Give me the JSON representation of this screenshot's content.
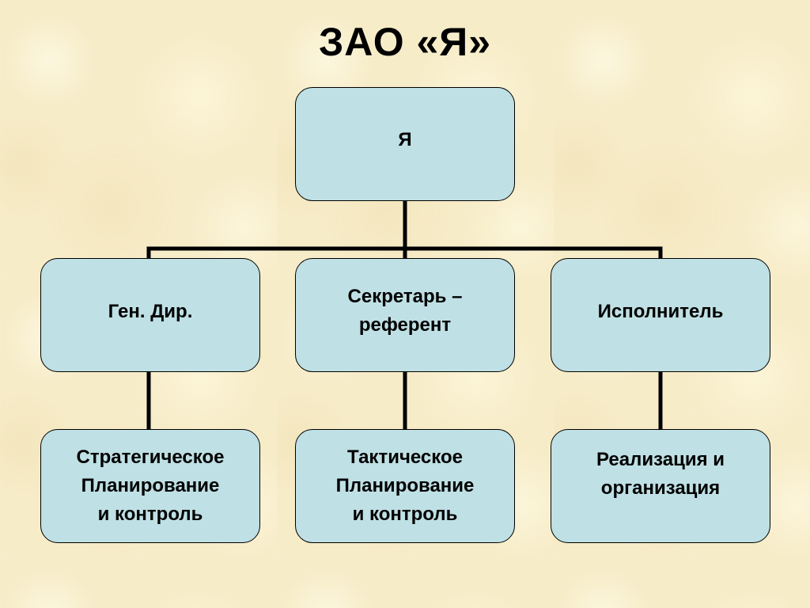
{
  "diagram": {
    "title": "ЗАО «Я»",
    "nodes": {
      "root": "Я",
      "gen_dir": "Ген. Дир.",
      "secretary": "Секретарь –\nреферент",
      "executor": "Исполнитель",
      "strategic": "Стратегическое\nПланирование\nи контроль",
      "tactical": "Тактическое\nПланирование\nи контроль",
      "realization": "Реализация и\nорганизация"
    },
    "edges": [
      [
        "root",
        "gen_dir"
      ],
      [
        "root",
        "secretary"
      ],
      [
        "root",
        "executor"
      ],
      [
        "gen_dir",
        "strategic"
      ],
      [
        "secretary",
        "tactical"
      ],
      [
        "executor",
        "realization"
      ]
    ],
    "colors": {
      "node_fill": "#bfe0e4",
      "node_border": "#000000",
      "connector": "#000000",
      "background": "#f7ecc8"
    }
  }
}
